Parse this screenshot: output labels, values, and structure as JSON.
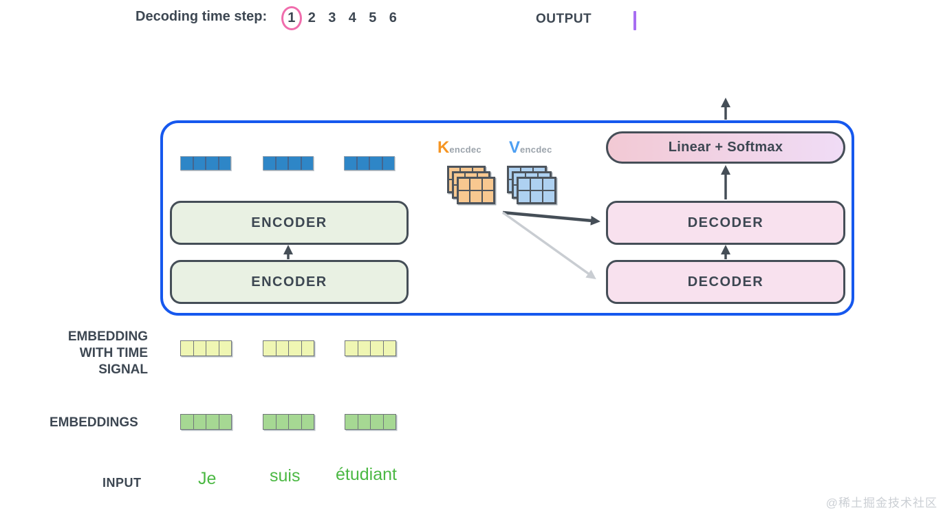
{
  "header": {
    "decoding_label": "Decoding time step:",
    "steps": [
      "1",
      "2",
      "3",
      "4",
      "5",
      "6"
    ],
    "active_step": "1",
    "output_label": "OUTPUT"
  },
  "container": {
    "encoder_top": "ENCODER",
    "encoder_bottom": "ENCODER",
    "decoder_top": "DECODER",
    "decoder_bottom": "DECODER",
    "linear_softmax": "Linear + Softmax",
    "k_matrix": {
      "letter": "K",
      "subscript": "encdec"
    },
    "v_matrix": {
      "letter": "V",
      "subscript": "encdec"
    }
  },
  "left_labels": {
    "embedding_time": "EMBEDDING\nWITH TIME\nSIGNAL",
    "embeddings": "EMBEDDINGS",
    "input": "INPUT"
  },
  "input_tokens": [
    "Je",
    "suis",
    "étudiant"
  ],
  "watermark": "@稀土掘金技术社区",
  "colors": {
    "frame_blue": "#1658ee",
    "step_circle_pink": "#f06dad",
    "cursor_purple": "#a76df2",
    "encoder_fill": "#e9f1e3",
    "decoder_fill": "#f8e1ee",
    "linear_gradient_left": "#f2c9d4",
    "linear_gradient_right": "#f0dcf6",
    "embedding_bar_blue": "#2e86c7",
    "time_signal_yellow": "#eff6b3",
    "embedding_green": "#a6d893",
    "k_matrix_orange": "#f8c890",
    "v_matrix_blue": "#aed1f1",
    "input_text_green": "#4bb843",
    "dark_text": "#3d4752",
    "gray_arrow": "#c9cdd2"
  }
}
